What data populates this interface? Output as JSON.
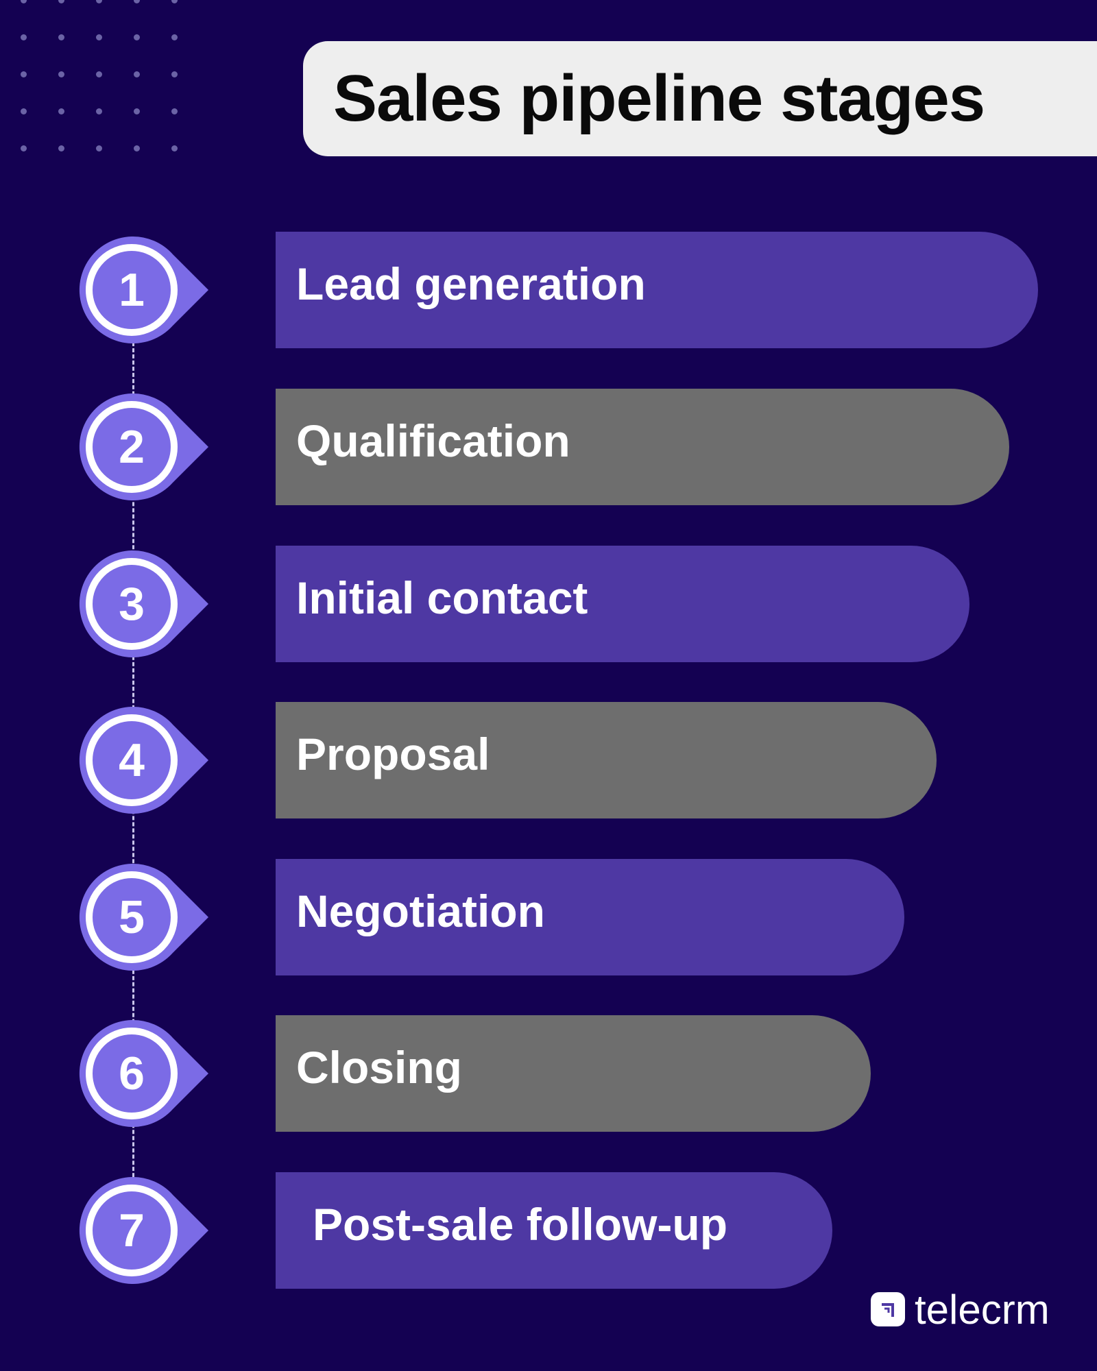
{
  "title": "Sales pipeline stages",
  "colors": {
    "background": "#140152",
    "title_card": "#eeeeee",
    "purple_bar": "#4e38a3",
    "gray_bar": "#6e6e6e",
    "marker": "#7b6be6",
    "marker_ring": "#ffffff"
  },
  "stages": [
    {
      "number": "1",
      "label": "Lead generation",
      "color": "purple"
    },
    {
      "number": "2",
      "label": "Qualification",
      "color": "gray"
    },
    {
      "number": "3",
      "label": "Initial contact",
      "color": "purple"
    },
    {
      "number": "4",
      "label": "Proposal",
      "color": "gray"
    },
    {
      "number": "5",
      "label": "Negotiation",
      "color": "purple"
    },
    {
      "number": "6",
      "label": "Closing",
      "color": "gray"
    },
    {
      "number": "7",
      "label": "Post-sale follow-up",
      "color": "purple"
    }
  ],
  "logo": {
    "text": "telecrm",
    "icon": "telecrm-logo-icon"
  }
}
